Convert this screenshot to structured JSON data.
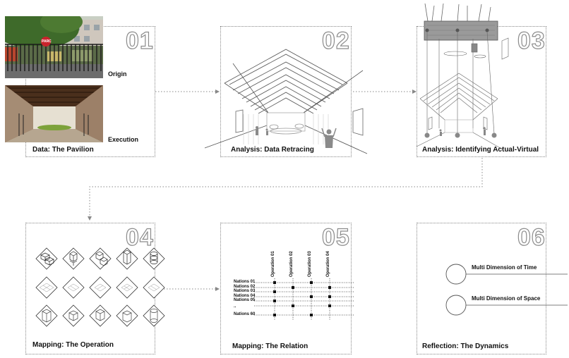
{
  "panels": [
    {
      "num": "01",
      "caption": "Data: The Pavilion"
    },
    {
      "num": "02",
      "caption": "Analysis: Data Retracing"
    },
    {
      "num": "03",
      "caption": "Analysis: Identifying Actual-Virtual"
    },
    {
      "num": "04",
      "caption": "Mapping: The Operation"
    },
    {
      "num": "05",
      "caption": "Mapping: The Relation"
    },
    {
      "num": "06",
      "caption": "Reflection: The Dynamics"
    }
  ],
  "photos": {
    "origin": "Origin",
    "execution": "Execution",
    "sign": "PARC"
  },
  "relation": {
    "operations": [
      "Operation 01",
      "Operation 02",
      "Operation 03",
      "Operation 04"
    ],
    "nations": [
      "Nations 01",
      "Nations 02",
      "Nations 03",
      "Nations 04",
      "Nations 05",
      "..",
      "Nations 60"
    ]
  },
  "dynamics": [
    "Multi Dimension of Time",
    "Multi Dimension of Space"
  ]
}
